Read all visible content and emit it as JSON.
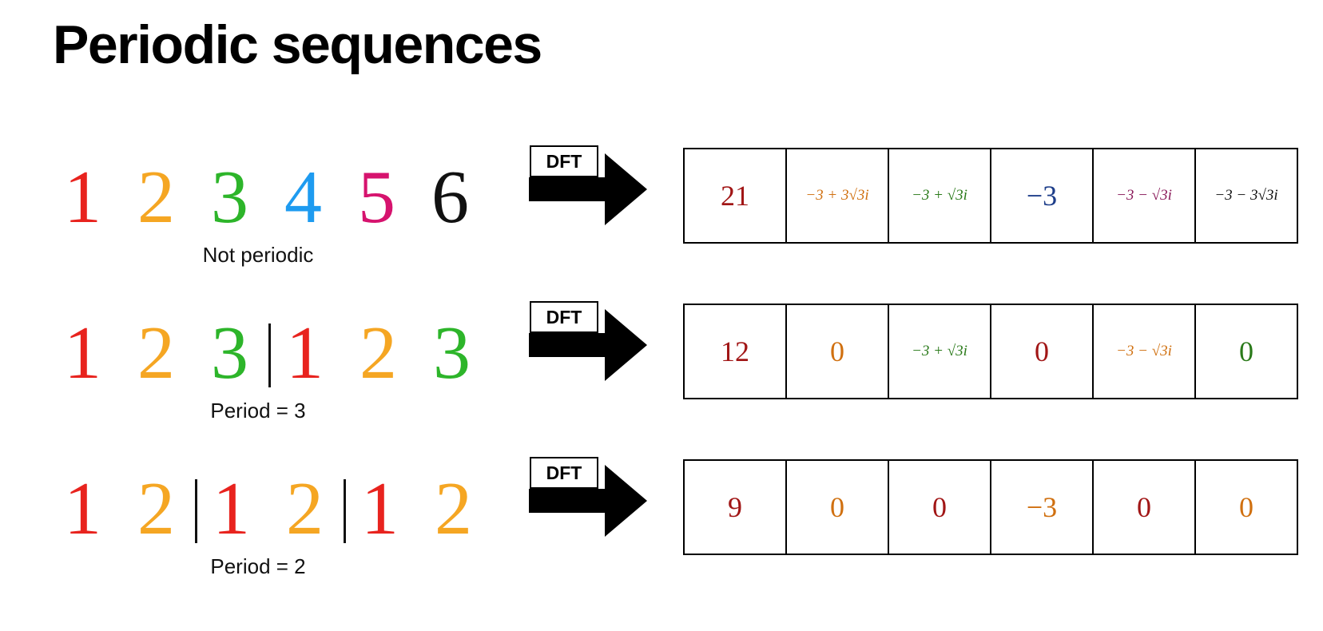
{
  "title": "Periodic sequences",
  "dft_label": "DFT",
  "colors": {
    "red": "#e8231e",
    "orange": "#f5a623",
    "green": "#2db52a",
    "blue": "#1e9bf0",
    "magenta": "#d6136e",
    "black": "#111111",
    "dark_red": "#a11616",
    "dark_orange": "#d07010",
    "dark_green": "#2a7a1a",
    "navy": "#1e3e8a",
    "purple": "#8a1a5a"
  },
  "rows": [
    {
      "caption": "Not periodic",
      "sequence": [
        {
          "text": "1",
          "color": "red"
        },
        {
          "text": "2",
          "color": "orange"
        },
        {
          "text": "3",
          "color": "green"
        },
        {
          "text": "4",
          "color": "blue"
        },
        {
          "text": "5",
          "color": "magenta"
        },
        {
          "text": "6",
          "color": "black"
        }
      ],
      "separators_after": [],
      "dft": [
        {
          "text": "21",
          "color": "dark_red",
          "size": "big"
        },
        {
          "text": "−3 + 3√3i",
          "color": "dark_orange",
          "size": "small"
        },
        {
          "text": "−3 + √3i",
          "color": "dark_green",
          "size": "small"
        },
        {
          "text": "−3",
          "color": "navy",
          "size": "big"
        },
        {
          "text": "−3 − √3i",
          "color": "purple",
          "size": "small"
        },
        {
          "text": "−3 − 3√3i",
          "color": "black",
          "size": "small"
        }
      ]
    },
    {
      "caption": "Period = 3",
      "sequence": [
        {
          "text": "1",
          "color": "red"
        },
        {
          "text": "2",
          "color": "orange"
        },
        {
          "text": "3",
          "color": "green"
        },
        {
          "text": "1",
          "color": "red"
        },
        {
          "text": "2",
          "color": "orange"
        },
        {
          "text": "3",
          "color": "green"
        }
      ],
      "separators_after": [
        2
      ],
      "dft": [
        {
          "text": "12",
          "color": "dark_red",
          "size": "big"
        },
        {
          "text": "0",
          "color": "dark_orange",
          "size": "big"
        },
        {
          "text": "−3 + √3i",
          "color": "dark_green",
          "size": "small"
        },
        {
          "text": "0",
          "color": "dark_red",
          "size": "big"
        },
        {
          "text": "−3 − √3i",
          "color": "dark_orange",
          "size": "small"
        },
        {
          "text": "0",
          "color": "dark_green",
          "size": "big"
        }
      ]
    },
    {
      "caption": "Period = 2",
      "sequence": [
        {
          "text": "1",
          "color": "red"
        },
        {
          "text": "2",
          "color": "orange"
        },
        {
          "text": "1",
          "color": "red"
        },
        {
          "text": "2",
          "color": "orange"
        },
        {
          "text": "1",
          "color": "red"
        },
        {
          "text": "2",
          "color": "orange"
        }
      ],
      "separators_after": [
        1,
        3
      ],
      "dft": [
        {
          "text": "9",
          "color": "dark_red",
          "size": "big"
        },
        {
          "text": "0",
          "color": "dark_orange",
          "size": "big"
        },
        {
          "text": "0",
          "color": "dark_red",
          "size": "big"
        },
        {
          "text": "−3",
          "color": "dark_orange",
          "size": "big"
        },
        {
          "text": "0",
          "color": "dark_red",
          "size": "big"
        },
        {
          "text": "0",
          "color": "dark_orange",
          "size": "big"
        }
      ]
    }
  ]
}
